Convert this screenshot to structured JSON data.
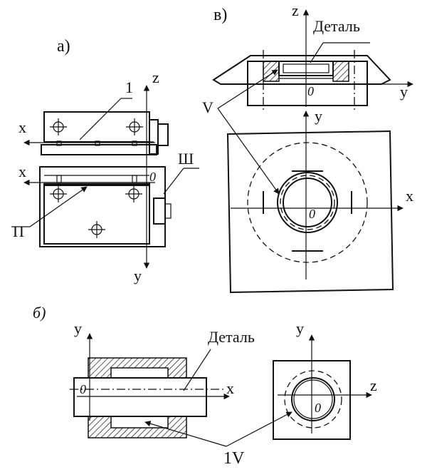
{
  "labels": {
    "panel_a": "а)",
    "panel_b": "б)",
    "panel_v": "в)",
    "axis_x": "x",
    "axis_y": "y",
    "axis_z": "z",
    "origin": "0",
    "detail": "Деталь",
    "marker_1": "1",
    "marker_P": "П",
    "marker_Sh": "Ш",
    "marker_V": "V",
    "marker_1V": "1V"
  }
}
